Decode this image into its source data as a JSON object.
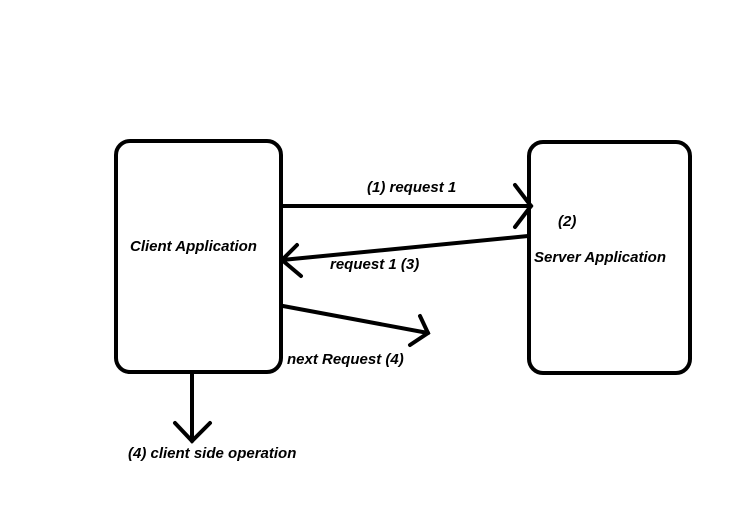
{
  "diagram": {
    "client_label": "Client Application",
    "server_label": "Server Application",
    "request1_label": "(1) request 1",
    "server_step_label": "(2)",
    "response_label": "request 1 (3)",
    "next_request_label": "next Request (4)",
    "client_operation_label": "(4) client side operation"
  }
}
